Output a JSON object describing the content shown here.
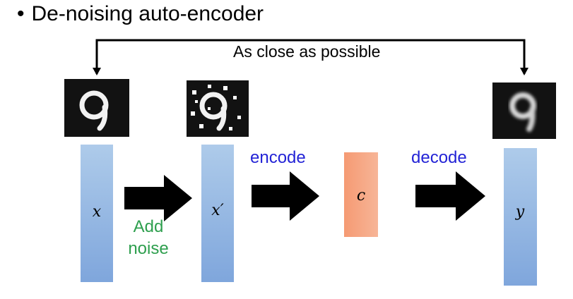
{
  "title": {
    "bullet": "•",
    "text": "De-noising auto-encoder"
  },
  "feedback_label": "As close as possible",
  "images": {
    "input": "digit-9-clean",
    "noisy": "digit-9-noisy",
    "output": "digit-9-reconstructed"
  },
  "vectors": {
    "x": "x",
    "x_prime": "x′",
    "code": "c",
    "y": "y"
  },
  "steps": {
    "add_noise_line1": "Add",
    "add_noise_line2": "noise",
    "encode": "encode",
    "decode": "decode"
  },
  "colors": {
    "vector_bar": "#9dbfe6",
    "code_box": "#f6a47f",
    "encode_decode_text": "#2323d6",
    "add_noise_text": "#2e9f4e"
  }
}
